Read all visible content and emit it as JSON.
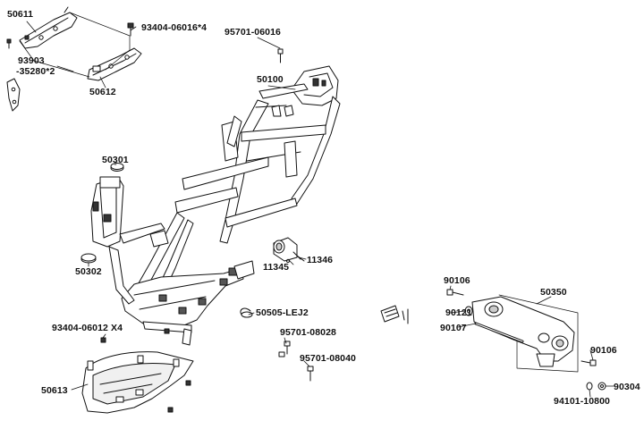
{
  "colors": {
    "ink": "#111111",
    "frame_fill": "#ffffff",
    "shade": "#cfcfcf",
    "dark": "#2a2a2a"
  },
  "labels": {
    "p50611": "50611",
    "p93404_06016": "93404-06016*4",
    "p93903_a": "93903",
    "p93903_b": "-35280*2",
    "p50612": "50612",
    "p95701_06016": "95701-06016",
    "p50100": "50100",
    "p50301": "50301",
    "p50302": "50302",
    "p11345": "11345",
    "p11346": "11346",
    "p50505": "50505-LEJ2",
    "p93404_06012": "93404-06012 X4",
    "p95701_08028": "95701-08028",
    "p95701_08040": "95701-08040",
    "p50613": "50613",
    "p90106_a": "90106",
    "p50350": "50350",
    "p90121": "90121",
    "p90107": "90107",
    "p90106_b": "90106",
    "p90304": "90304",
    "p94101": "94101-10800"
  }
}
